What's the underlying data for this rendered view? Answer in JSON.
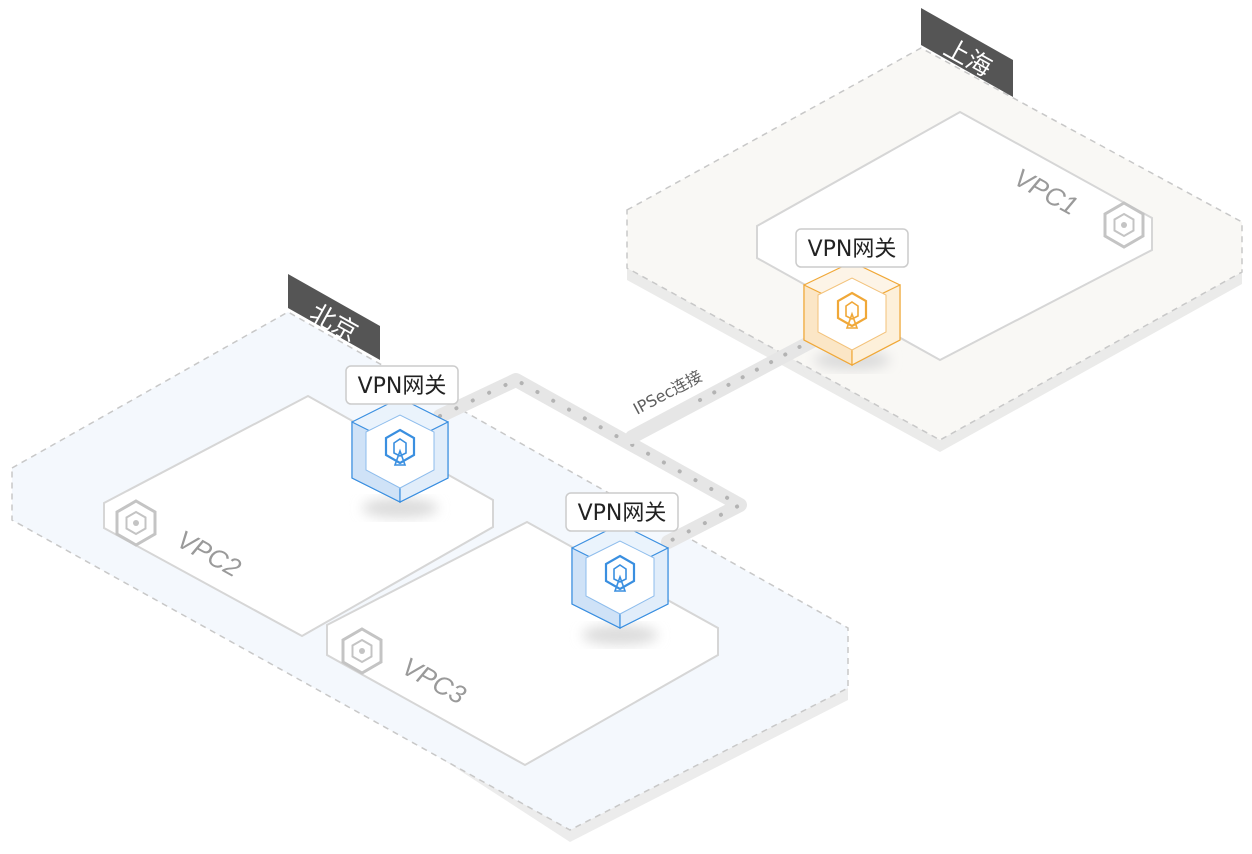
{
  "regions": [
    {
      "id": "shanghai",
      "label": "上海"
    },
    {
      "id": "beijing",
      "label": "北京"
    }
  ],
  "vpcs": [
    {
      "id": "vpc1",
      "label": "VPC1",
      "region": "shanghai"
    },
    {
      "id": "vpc2",
      "label": "VPC2",
      "region": "beijing"
    },
    {
      "id": "vpc3",
      "label": "VPC3",
      "region": "beijing"
    }
  ],
  "gateways": [
    {
      "id": "gw-vpc1",
      "label": "VPN网关",
      "vpc": "vpc1",
      "color": "#f0a838"
    },
    {
      "id": "gw-vpc2",
      "label": "VPN网关",
      "vpc": "vpc2",
      "color": "#3a8fe0"
    },
    {
      "id": "gw-vpc3",
      "label": "VPN网关",
      "vpc": "vpc3",
      "color": "#3a8fe0"
    }
  ],
  "connection": {
    "label": "IPSec连接",
    "type": "ipsec"
  },
  "colors": {
    "shanghai_fill": "#f9f8f5",
    "beijing_fill": "#f4f8fd",
    "region_tag": "#555555",
    "vpc_border": "#d6d6d6",
    "connection": "#e6e6e6",
    "connection_dots": "#b3b3b3"
  },
  "icons": {
    "vpc": "hexagon-network-icon",
    "gateway": "vpn-gateway-cube-icon"
  }
}
